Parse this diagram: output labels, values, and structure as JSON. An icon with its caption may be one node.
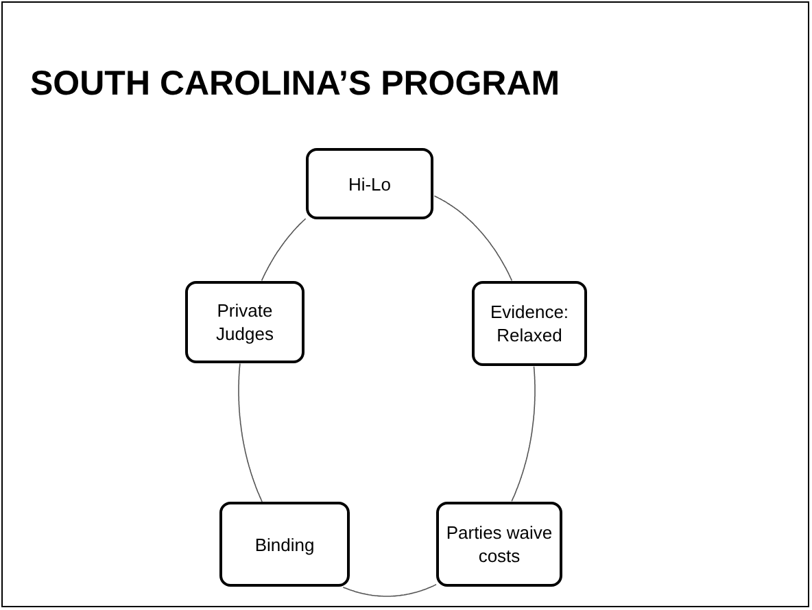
{
  "diagram": {
    "title": "SOUTH CAROLINA’S PROGRAM",
    "nodes": [
      {
        "text": [
          "Hi-Lo"
        ]
      },
      {
        "text": [
          "Evidence: Relaxed"
        ]
      },
      {
        "text": [
          "Parties waive costs"
        ]
      },
      {
        "text": [
          "Binding"
        ]
      },
      {
        "text": [
          "Private Judges"
        ]
      }
    ],
    "edges": [
      {
        "from": 0,
        "to": 1,
        "arrow": "none"
      },
      {
        "from": 1,
        "to": 2,
        "arrow": "none"
      },
      {
        "from": 2,
        "to": 3,
        "arrow": "none"
      },
      {
        "from": 3,
        "to": 4,
        "arrow": "none"
      },
      {
        "from": 4,
        "to": 0,
        "arrow": "none"
      }
    ]
  }
}
